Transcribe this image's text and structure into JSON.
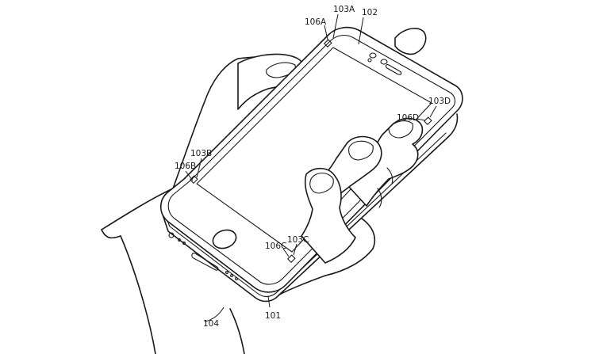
{
  "labels": {
    "ref_101": "101",
    "ref_102": "102",
    "ref_103A": "103A",
    "ref_103B": "103B",
    "ref_103C": "103C",
    "ref_103D": "103D",
    "ref_104": "104",
    "ref_106A": "106A",
    "ref_106B": "106B",
    "ref_106C": "106C",
    "ref_106D": "106D"
  },
  "style": {
    "line_color": "#1a1a1a",
    "background": "#ffffff"
  }
}
